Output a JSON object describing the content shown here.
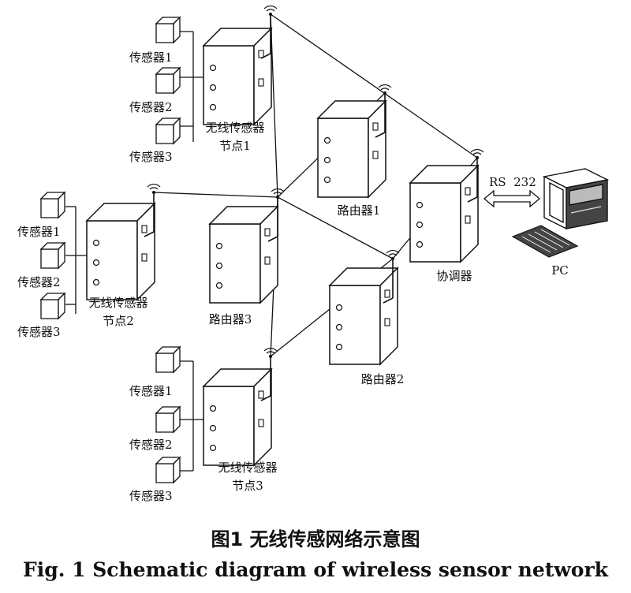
{
  "nodes": {
    "node1": {
      "title_line1": "无线传感器",
      "title_line2": "节点1",
      "sensors": [
        "传感器1",
        "传感器2",
        "传感器3"
      ]
    },
    "node2": {
      "title_line1": "无线传感器",
      "title_line2": "节点2",
      "sensors": [
        "传感器1",
        "传感器2",
        "传感器3"
      ]
    },
    "node3": {
      "title_line1": "无线传感器",
      "title_line2": "节点3",
      "sensors": [
        "传感器1",
        "传感器2",
        "传感器3"
      ]
    }
  },
  "routers": {
    "router1": "路由器1",
    "router2": "路由器2",
    "router3": "路由器3"
  },
  "coordinator": "协调器",
  "link": "RS  232",
  "pc": "PC",
  "caption": {
    "cn": "图1  无线传感网络示意图",
    "en": "Fig. 1  Schematic diagram of wireless sensor network"
  }
}
